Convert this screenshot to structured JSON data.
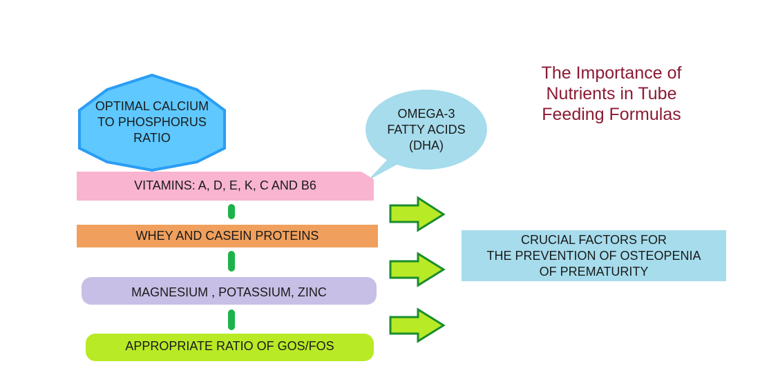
{
  "title": "The Importance of\nNutrients in Tube\nFeeding Formulas",
  "hexagon": {
    "text": "OPTIMAL CALCIUM\nTO PHOSPHORUS\nRATIO",
    "color": "#2a9df4",
    "fill": "#5ec8ff"
  },
  "bubble": {
    "text": "OMEGA-3\nFATTY ACIDS\n(DHA)",
    "color": "#a6dcec"
  },
  "bars": [
    {
      "text": "VITAMINS: A, D, E, K, C AND B6",
      "color": "#f9b4d0"
    },
    {
      "text": "WHEY AND CASEIN  PROTEINS",
      "color": "#f0a05c"
    },
    {
      "text": "MAGNESIUM , POTASSIUM, ZINC",
      "color": "#c8bfe6"
    },
    {
      "text": "APPROPRIATE RATIO OF GOS/FOS",
      "color": "#b8ea26"
    }
  ],
  "result": {
    "text": "CRUCIAL FACTORS FOR\nTHE PREVENTION OF OSTEOPENIA\nOF PREMATURITY",
    "color": "#a6dcec"
  },
  "connector_color": "#1db34a",
  "arrow": {
    "fill": "#b8ea26",
    "stroke": "#1a8c2e"
  }
}
